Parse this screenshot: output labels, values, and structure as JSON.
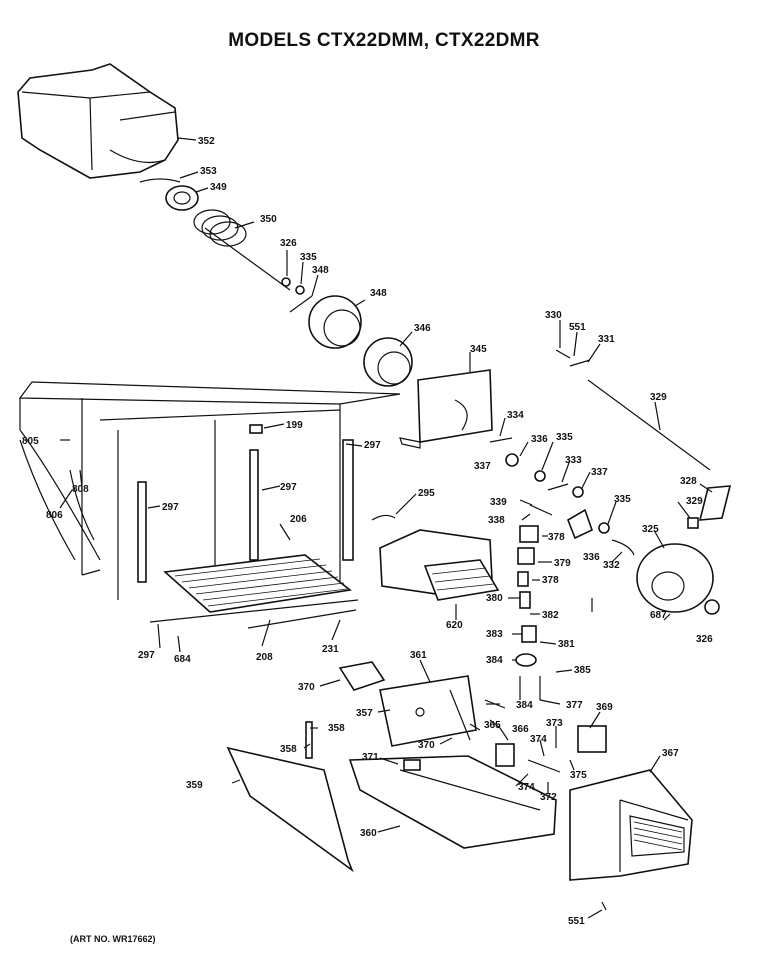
{
  "title": "MODELS CTX22DMM, CTX22DMR",
  "art_no": "(ART NO. WR17662)",
  "part_labels": {
    "p352": "352",
    "p353": "353",
    "p349": "349",
    "p350": "350",
    "p326a": "326",
    "p335a": "335",
    "p348a": "348",
    "p348b": "348",
    "p346": "346",
    "p345": "345",
    "p330": "330",
    "p551a": "551",
    "p331": "331",
    "p329a": "329",
    "p334": "334",
    "p336a": "336",
    "p335b": "335",
    "p337a": "337",
    "p333": "333",
    "p337b": "337",
    "p328": "328",
    "p329b": "329",
    "p335c": "335",
    "p339": "339",
    "p338": "338",
    "p378a": "378",
    "p336b": "336",
    "p332": "332",
    "p325": "325",
    "p379": "379",
    "p378b": "378",
    "p380": "380",
    "p382": "382",
    "p687": "687",
    "p326b": "326",
    "p383": "383",
    "p381": "381",
    "p384a": "384",
    "p385": "385",
    "p620": "620",
    "p805": "805",
    "p808": "808",
    "p806": "806",
    "p199": "199",
    "p297a": "297",
    "p297b": "297",
    "p297c": "297",
    "p297d": "297",
    "p295": "295",
    "p206": "206",
    "p208": "208",
    "p684": "684",
    "p231": "231",
    "p361": "361",
    "p370a": "370",
    "p357": "357",
    "p384b": "384",
    "p377": "377",
    "p358": "358",
    "p359": "359",
    "p365": "365",
    "p366": "366",
    "p370b": "370",
    "p373": "373",
    "p369": "369",
    "p374a": "374",
    "p375": "375",
    "p371": "371",
    "p374b": "374",
    "p372": "372",
    "p367": "367",
    "p360": "360",
    "p551b": "551"
  }
}
